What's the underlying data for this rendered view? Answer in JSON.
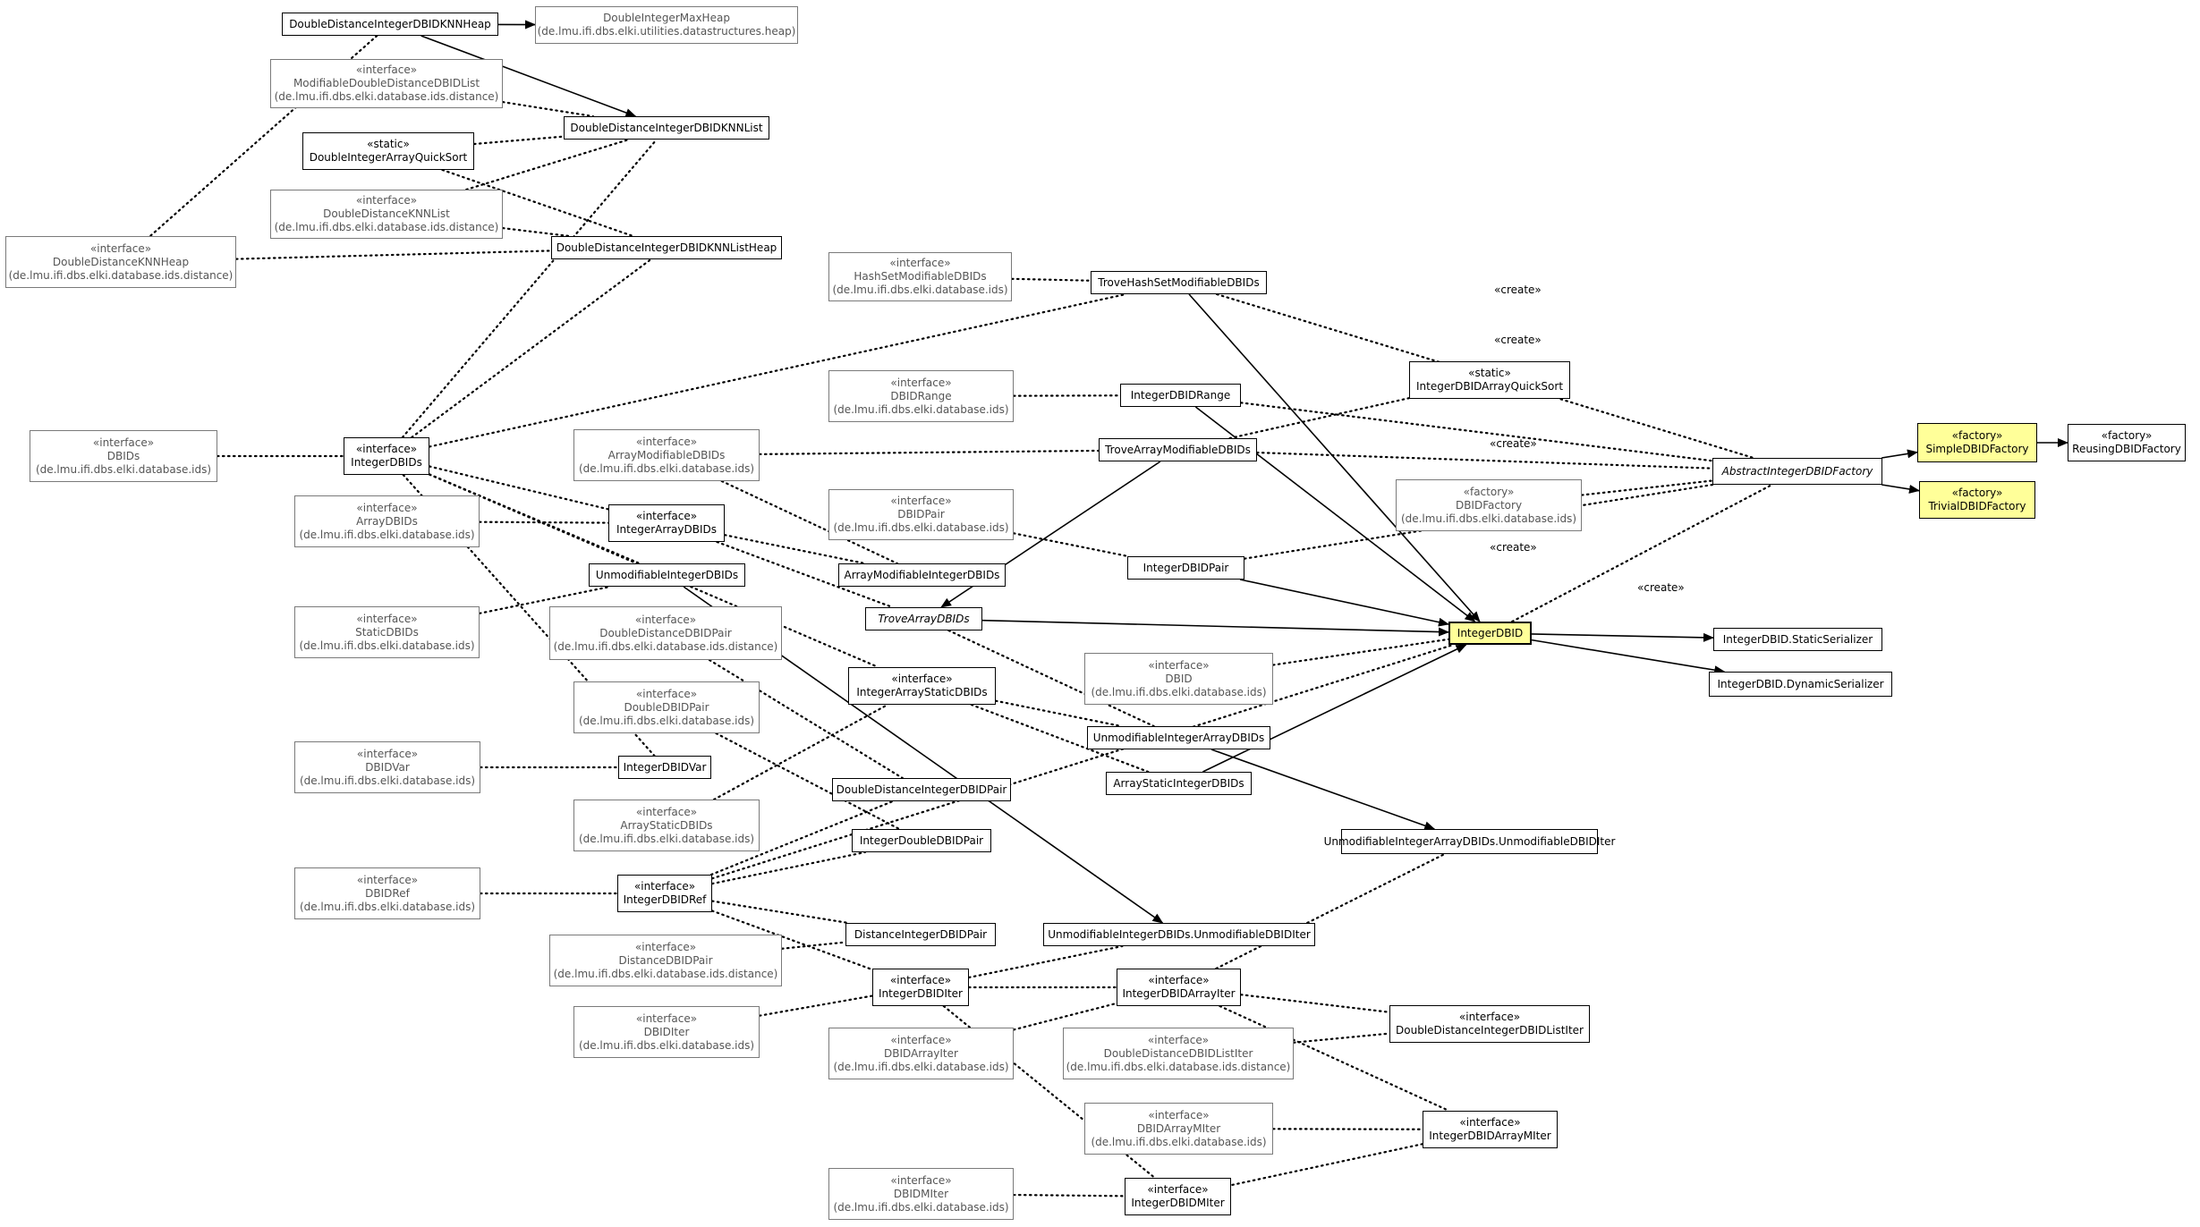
{
  "nodes": [
    {
      "id": "dd_knnheap",
      "name": "DoubleDistanceIntegerDBIDKNNHeap"
    },
    {
      "id": "dimaxheap",
      "name": "DoubleIntegerMaxHeap",
      "pkg": "(de.lmu.ifi.dbs.elki.utilities.datastructures.heap)"
    },
    {
      "id": "mod_dd_list",
      "stereo": "«interface»",
      "name": "ModifiableDoubleDistanceDBIDList",
      "pkg": "(de.lmu.ifi.dbs.elki.database.ids.distance)"
    },
    {
      "id": "dd_knnlist",
      "name": "DoubleDistanceIntegerDBIDKNNList"
    },
    {
      "id": "di_quicksort",
      "stereo": "«static»",
      "name": "DoubleIntegerArrayQuickSort"
    },
    {
      "id": "dd_knnlist_iface",
      "stereo": "«interface»",
      "name": "DoubleDistanceKNNList",
      "pkg": "(de.lmu.ifi.dbs.elki.database.ids.distance)"
    },
    {
      "id": "dd_knnheap_iface",
      "stereo": "«interface»",
      "name": "DoubleDistanceKNNHeap",
      "pkg": "(de.lmu.ifi.dbs.elki.database.ids.distance)"
    },
    {
      "id": "dd_knnlistheap",
      "name": "DoubleDistanceIntegerDBIDKNNListHeap"
    },
    {
      "id": "hashset_mod",
      "stereo": "«interface»",
      "name": "HashSetModifiableDBIDs",
      "pkg": "(de.lmu.ifi.dbs.elki.database.ids)"
    },
    {
      "id": "trove_hashset",
      "name": "TroveHashSetModifiableDBIDs"
    },
    {
      "id": "dbidrange",
      "stereo": "«interface»",
      "name": "DBIDRange",
      "pkg": "(de.lmu.ifi.dbs.elki.database.ids)"
    },
    {
      "id": "int_range",
      "name": "IntegerDBIDRange"
    },
    {
      "id": "int_quicksort",
      "stereo": "«static»",
      "name": "IntegerDBIDArrayQuickSort"
    },
    {
      "id": "dbids",
      "stereo": "«interface»",
      "name": "DBIDs",
      "pkg": "(de.lmu.ifi.dbs.elki.database.ids)"
    },
    {
      "id": "int_dbids",
      "stereo": "«interface»",
      "name": "IntegerDBIDs"
    },
    {
      "id": "array_mod",
      "stereo": "«interface»",
      "name": "ArrayModifiableDBIDs",
      "pkg": "(de.lmu.ifi.dbs.elki.database.ids)"
    },
    {
      "id": "trove_array_mod",
      "name": "TroveArrayModifiableDBIDs"
    },
    {
      "id": "dbidfactory",
      "stereo": "«factory»",
      "name": "DBIDFactory",
      "pkg": "(de.lmu.ifi.dbs.elki.database.ids)"
    },
    {
      "id": "abs_factory",
      "name": "AbstractIntegerDBIDFactory",
      "abstract": true
    },
    {
      "id": "simple_factory",
      "stereo": "«factory»",
      "name": "SimpleDBIDFactory",
      "cls": "factory"
    },
    {
      "id": "reusing_factory",
      "stereo": "«factory»",
      "name": "ReusingDBIDFactory"
    },
    {
      "id": "trivial_factory",
      "stereo": "«factory»",
      "name": "TrivialDBIDFactory",
      "cls": "factory"
    },
    {
      "id": "arraydbids",
      "stereo": "«interface»",
      "name": "ArrayDBIDs",
      "pkg": "(de.lmu.ifi.dbs.elki.database.ids)"
    },
    {
      "id": "int_arraydbids",
      "stereo": "«interface»",
      "name": "IntegerArrayDBIDs"
    },
    {
      "id": "dbidpair",
      "stereo": "«interface»",
      "name": "DBIDPair",
      "pkg": "(de.lmu.ifi.dbs.elki.database.ids)"
    },
    {
      "id": "array_mod_int",
      "name": "ArrayModifiableIntegerDBIDs"
    },
    {
      "id": "int_pair",
      "name": "IntegerDBIDPair"
    },
    {
      "id": "unmod_int",
      "name": "UnmodifiableIntegerDBIDs"
    },
    {
      "id": "static_dbids",
      "stereo": "«interface»",
      "name": "StaticDBIDs",
      "pkg": "(de.lmu.ifi.dbs.elki.database.ids)"
    },
    {
      "id": "dd_pair_iface",
      "stereo": "«interface»",
      "name": "DoubleDistanceDBIDPair",
      "pkg": "(de.lmu.ifi.dbs.elki.database.ids.distance)"
    },
    {
      "id": "trove_array",
      "name": "TroveArrayDBIDs",
      "abstract": true
    },
    {
      "id": "integerdbid",
      "name": "IntegerDBID",
      "cls": "target"
    },
    {
      "id": "static_ser",
      "name": "IntegerDBID.StaticSerializer"
    },
    {
      "id": "dbid",
      "stereo": "«interface»",
      "name": "DBID",
      "pkg": "(de.lmu.ifi.dbs.elki.database.ids)"
    },
    {
      "id": "dynamic_ser",
      "name": "IntegerDBID.DynamicSerializer"
    },
    {
      "id": "double_pair",
      "stereo": "«interface»",
      "name": "DoubleDBIDPair",
      "pkg": "(de.lmu.ifi.dbs.elki.database.ids)"
    },
    {
      "id": "int_array_static",
      "stereo": "«interface»",
      "name": "IntegerArrayStaticDBIDs"
    },
    {
      "id": "unmod_int_array",
      "name": "UnmodifiableIntegerArrayDBIDs"
    },
    {
      "id": "dbidvar",
      "stereo": "«interface»",
      "name": "DBIDVar",
      "pkg": "(de.lmu.ifi.dbs.elki.database.ids)"
    },
    {
      "id": "int_var",
      "name": "IntegerDBIDVar"
    },
    {
      "id": "array_static_int",
      "name": "ArrayStaticIntegerDBIDs"
    },
    {
      "id": "dd_int_pair",
      "name": "DoubleDistanceIntegerDBIDPair"
    },
    {
      "id": "array_static_iface",
      "stereo": "«interface»",
      "name": "ArrayStaticDBIDs",
      "pkg": "(de.lmu.ifi.dbs.elki.database.ids)"
    },
    {
      "id": "int_double_pair",
      "name": "IntegerDoubleDBIDPair"
    },
    {
      "id": "unmod_int_array_iter",
      "name": "UnmodifiableIntegerArrayDBIDs.UnmodifiableDBIDIter"
    },
    {
      "id": "dbidref",
      "stereo": "«interface»",
      "name": "DBIDRef",
      "pkg": "(de.lmu.ifi.dbs.elki.database.ids)"
    },
    {
      "id": "int_ref",
      "stereo": "«interface»",
      "name": "IntegerDBIDRef"
    },
    {
      "id": "dist_int_pair",
      "name": "DistanceIntegerDBIDPair"
    },
    {
      "id": "unmod_int_iter",
      "name": "UnmodifiableIntegerDBIDs.UnmodifiableDBIDIter"
    },
    {
      "id": "dist_pair_iface",
      "stereo": "«interface»",
      "name": "DistanceDBIDPair",
      "pkg": "(de.lmu.ifi.dbs.elki.database.ids.distance)"
    },
    {
      "id": "int_iter",
      "stereo": "«interface»",
      "name": "IntegerDBIDIter"
    },
    {
      "id": "int_array_iter",
      "stereo": "«interface»",
      "name": "IntegerDBIDArrayIter"
    },
    {
      "id": "dbiditer",
      "stereo": "«interface»",
      "name": "DBIDIter",
      "pkg": "(de.lmu.ifi.dbs.elki.database.ids)"
    },
    {
      "id": "dbidarrayiter",
      "stereo": "«interface»",
      "name": "DBIDArrayIter",
      "pkg": "(de.lmu.ifi.dbs.elki.database.ids)"
    },
    {
      "id": "dd_listiter",
      "stereo": "«interface»",
      "name": "DoubleDistanceDBIDListIter",
      "pkg": "(de.lmu.ifi.dbs.elki.database.ids.distance)"
    },
    {
      "id": "dd_int_listiter",
      "stereo": "«interface»",
      "name": "DoubleDistanceIntegerDBIDListIter"
    },
    {
      "id": "dbidarraymiter",
      "stereo": "«interface»",
      "name": "DBIDArrayMIter",
      "pkg": "(de.lmu.ifi.dbs.elki.database.ids)"
    },
    {
      "id": "int_arraymiter",
      "stereo": "«interface»",
      "name": "IntegerDBIDArrayMIter"
    },
    {
      "id": "dbidmiter",
      "stereo": "«interface»",
      "name": "DBIDMIter",
      "pkg": "(de.lmu.ifi.dbs.elki.database.ids)"
    },
    {
      "id": "int_miter",
      "stereo": "«interface»",
      "name": "IntegerDBIDMIter"
    }
  ],
  "edges": [
    {
      "from": "dd_knnheap",
      "to": "dimaxheap",
      "style": "solid"
    },
    {
      "from": "dd_knnheap",
      "to": "dd_knnlist",
      "style": "solid"
    },
    {
      "from": "dd_knnheap",
      "to": "dd_knnheap_iface",
      "style": "dotted"
    },
    {
      "from": "mod_dd_list",
      "to": "dd_knnlist",
      "style": "dotted"
    },
    {
      "from": "di_quicksort",
      "to": "dd_knnlist",
      "style": "dotted"
    },
    {
      "from": "di_quicksort",
      "to": "dd_knnlistheap",
      "style": "dotted"
    },
    {
      "from": "dd_knnlist_iface",
      "to": "dd_knnlist",
      "style": "dotted"
    },
    {
      "from": "dd_knnlist_iface",
      "to": "dd_knnlistheap",
      "style": "dotted"
    },
    {
      "from": "dd_knnheap_iface",
      "to": "dd_knnlistheap",
      "style": "dotted"
    },
    {
      "from": "int_dbids",
      "to": "dd_knnlist",
      "style": "dotted"
    },
    {
      "from": "int_dbids",
      "to": "dd_knnlistheap",
      "style": "dotted"
    },
    {
      "from": "int_dbids",
      "to": "trove_hashset",
      "style": "dotted"
    },
    {
      "from": "hashset_mod",
      "to": "trove_hashset",
      "style": "dotted"
    },
    {
      "from": "trove_hashset",
      "to": "integerdbid",
      "style": "solid"
    },
    {
      "from": "trove_hashset",
      "to": "abs_factory",
      "style": "dotted",
      "label": "create"
    },
    {
      "from": "dbidrange",
      "to": "int_range",
      "style": "dotted"
    },
    {
      "from": "int_range",
      "to": "integerdbid",
      "style": "solid"
    },
    {
      "from": "int_range",
      "to": "abs_factory",
      "style": "dotted",
      "label": "create"
    },
    {
      "from": "int_quicksort",
      "to": "trove_array_mod",
      "style": "dotted"
    },
    {
      "from": "dbids",
      "to": "int_dbids",
      "style": "dotted"
    },
    {
      "from": "array_mod",
      "to": "trove_array_mod",
      "style": "dotted"
    },
    {
      "from": "trove_array_mod",
      "to": "abs_factory",
      "style": "dotted",
      "label": "create"
    },
    {
      "from": "trove_array_mod",
      "to": "trove_array",
      "style": "solid"
    },
    {
      "from": "dbidfactory",
      "to": "abs_factory",
      "style": "dotted"
    },
    {
      "from": "abs_factory",
      "to": "simple_factory",
      "style": "solid"
    },
    {
      "from": "abs_factory",
      "to": "trivial_factory",
      "style": "solid"
    },
    {
      "from": "simple_factory",
      "to": "reusing_factory",
      "style": "solid"
    },
    {
      "from": "int_dbids",
      "to": "int_arraydbids",
      "style": "dotted"
    },
    {
      "from": "int_dbids",
      "to": "unmod_int",
      "style": "dotted"
    },
    {
      "from": "int_dbids",
      "to": "int_var",
      "style": "dotted"
    },
    {
      "from": "int_dbids",
      "to": "int_array_static",
      "style": "dotted"
    },
    {
      "from": "arraydbids",
      "to": "int_arraydbids",
      "style": "dotted"
    },
    {
      "from": "int_arraydbids",
      "to": "array_mod_int",
      "style": "dotted"
    },
    {
      "from": "int_arraydbids",
      "to": "trove_array",
      "style": "dotted"
    },
    {
      "from": "array_mod",
      "to": "array_mod_int",
      "style": "dotted"
    },
    {
      "from": "dbidpair",
      "to": "int_pair",
      "style": "dotted"
    },
    {
      "from": "int_pair",
      "to": "integerdbid",
      "style": "solid"
    },
    {
      "from": "int_pair",
      "to": "abs_factory",
      "style": "dotted",
      "label": "create"
    },
    {
      "from": "unmod_int",
      "to": "unmod_int_iter",
      "style": "solid"
    },
    {
      "from": "static_dbids",
      "to": "unmod_int",
      "style": "dotted"
    },
    {
      "from": "trove_array",
      "to": "integerdbid",
      "style": "solid"
    },
    {
      "from": "trove_array",
      "to": "unmod_int_array",
      "style": "dotted"
    },
    {
      "from": "integerdbid",
      "to": "abs_factory",
      "style": "dotted",
      "label": "create"
    },
    {
      "from": "integerdbid",
      "to": "static_ser",
      "style": "solid"
    },
    {
      "from": "integerdbid",
      "to": "dynamic_ser",
      "style": "solid"
    },
    {
      "from": "dbid",
      "to": "integerdbid",
      "style": "dotted"
    },
    {
      "from": "dd_pair_iface",
      "to": "dd_int_pair",
      "style": "dotted"
    },
    {
      "from": "double_pair",
      "to": "int_double_pair",
      "style": "dotted"
    },
    {
      "from": "int_array_static",
      "to": "unmod_int_array",
      "style": "dotted"
    },
    {
      "from": "int_array_static",
      "to": "array_static_int",
      "style": "dotted"
    },
    {
      "from": "array_static_iface",
      "to": "int_array_static",
      "style": "dotted"
    },
    {
      "from": "unmod_int_array",
      "to": "unmod_int_array_iter",
      "style": "solid"
    },
    {
      "from": "dbidvar",
      "to": "int_var",
      "style": "dotted"
    },
    {
      "from": "array_static_int",
      "to": "integerdbid",
      "style": "solid"
    },
    {
      "from": "dbidref",
      "to": "int_ref",
      "style": "dotted"
    },
    {
      "from": "int_ref",
      "to": "dd_int_pair",
      "style": "dotted"
    },
    {
      "from": "int_ref",
      "to": "int_double_pair",
      "style": "dotted"
    },
    {
      "from": "int_ref",
      "to": "integerdbid",
      "style": "dotted"
    },
    {
      "from": "int_ref",
      "to": "dist_int_pair",
      "style": "dotted"
    },
    {
      "from": "int_ref",
      "to": "int_iter",
      "style": "dotted"
    },
    {
      "from": "dist_pair_iface",
      "to": "dist_int_pair",
      "style": "dotted"
    },
    {
      "from": "int_iter",
      "to": "unmod_int_iter",
      "style": "dotted"
    },
    {
      "from": "int_iter",
      "to": "int_array_iter",
      "style": "dotted"
    },
    {
      "from": "int_iter",
      "to": "int_miter",
      "style": "dotted"
    },
    {
      "from": "dbiditer",
      "to": "int_iter",
      "style": "dotted"
    },
    {
      "from": "int_array_iter",
      "to": "unmod_int_array_iter",
      "style": "dotted"
    },
    {
      "from": "int_array_iter",
      "to": "dd_int_listiter",
      "style": "dotted"
    },
    {
      "from": "int_array_iter",
      "to": "int_arraymiter",
      "style": "dotted"
    },
    {
      "from": "dbidarrayiter",
      "to": "int_array_iter",
      "style": "dotted"
    },
    {
      "from": "dd_listiter",
      "to": "dd_int_listiter",
      "style": "dotted"
    },
    {
      "from": "dbidarraymiter",
      "to": "int_arraymiter",
      "style": "dotted"
    },
    {
      "from": "dbidmiter",
      "to": "int_miter",
      "style": "dotted"
    },
    {
      "from": "int_arraymiter",
      "to": "int_miter",
      "style": "dotted"
    }
  ],
  "edge_label_text": "«create»"
}
